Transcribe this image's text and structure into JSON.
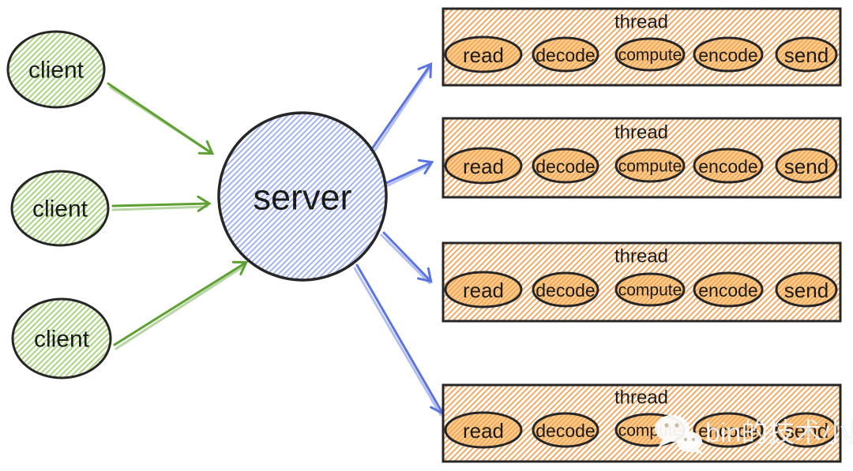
{
  "diagram": {
    "clients": [
      {
        "label": "client"
      },
      {
        "label": "client"
      },
      {
        "label": "client"
      }
    ],
    "server": {
      "label": "server"
    },
    "threads": [
      {
        "title": "thread",
        "steps": [
          "read",
          "decode",
          "compute",
          "encode",
          "send"
        ]
      },
      {
        "title": "thread",
        "steps": [
          "read",
          "decode",
          "compute",
          "encode",
          "send"
        ]
      },
      {
        "title": "thread",
        "steps": [
          "read",
          "decode",
          "compute",
          "encode",
          "send"
        ]
      },
      {
        "title": "thread",
        "steps": [
          "read",
          "decode",
          "compute",
          "encode",
          "send"
        ]
      }
    ],
    "watermark": {
      "text": "bin的技术小屋",
      "icon": "wechat-icon"
    },
    "colors": {
      "client_hatch": "#a8d57e",
      "client_arrow": "#5ea132",
      "server_hatch": "#a3b4ef",
      "server_arrow": "#5b74e0",
      "thread_box_hatch": "#f2a963",
      "step_fill_bg": "#fccf92",
      "step_fill_line": "#f5a859",
      "outline": "#262626",
      "canvas_bg": "#ffffff",
      "watermark_color": "#ffffff"
    }
  }
}
